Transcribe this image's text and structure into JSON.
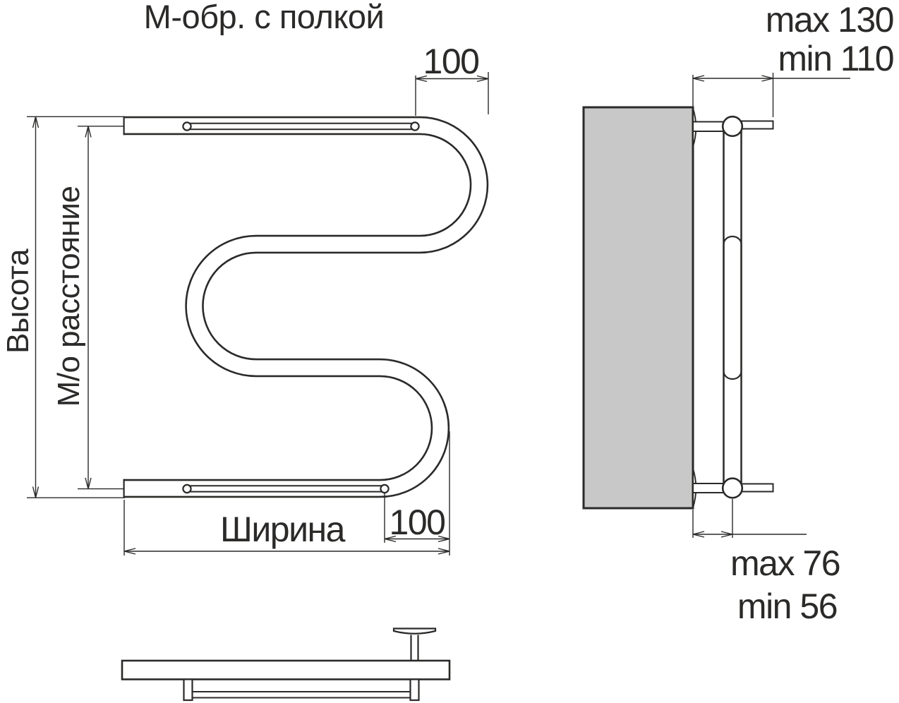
{
  "title": "М-обр. с полкой",
  "front_view": {
    "top_offset_value": "100",
    "bottom_offset_value": "100",
    "width_label": "Ширина",
    "height_label": "Высота",
    "axis_distance_label": "М/о расстояние"
  },
  "side_view": {
    "shelf_depth_max": "max 130",
    "shelf_depth_min": "min 110",
    "wall_offset_max": "max 76",
    "wall_offset_min": "min 56"
  },
  "colors": {
    "line": "#2b2a29",
    "panel_fill": "#c8c8c8",
    "background": "#ffffff"
  }
}
